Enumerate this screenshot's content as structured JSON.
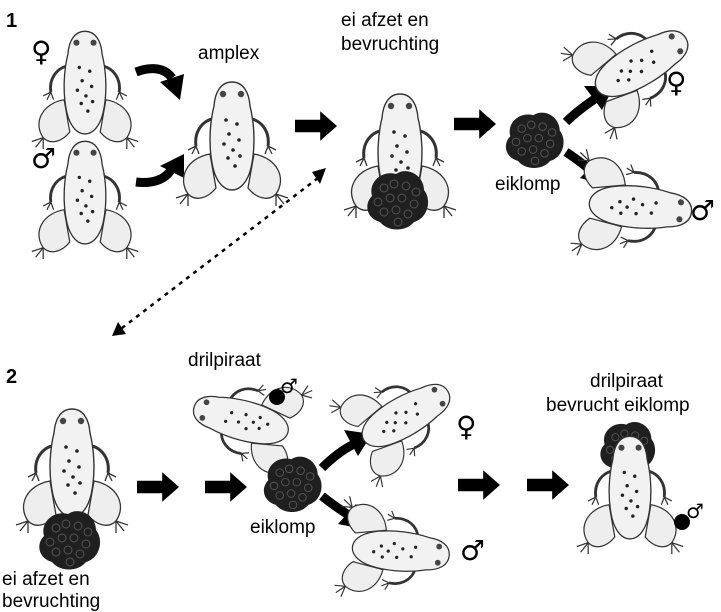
{
  "panel1": {
    "number": "1",
    "female_symbol": "♀",
    "male_symbol": "♂",
    "amplex_label": "amplex",
    "spawn_label_line1": "ei afzet en",
    "spawn_label_line2": "bevruchting",
    "clutch_label": "eiklomp",
    "offspring_female_symbol": "♀",
    "offspring_male_symbol": "♂"
  },
  "panel2": {
    "number": "2",
    "spawn_label_line1": "ei afzet en",
    "spawn_label_line2": "bevruchting",
    "pirate_label": "drilpiraat",
    "pirate_symbol": "♂",
    "clutch_label": "eiklomp",
    "offspring_female_symbol": "♀",
    "offspring_male_symbol": "♂",
    "fertilizes_label_line1": "drilpiraat",
    "fertilizes_label_line2": "bevrucht eiklomp",
    "fertilizer_symbol": "♂"
  },
  "colors": {
    "ink": "#000000",
    "frog_fill": "#f2f2f2",
    "frog_stroke": "#333333",
    "egg_mass": "#1f1f1f"
  }
}
